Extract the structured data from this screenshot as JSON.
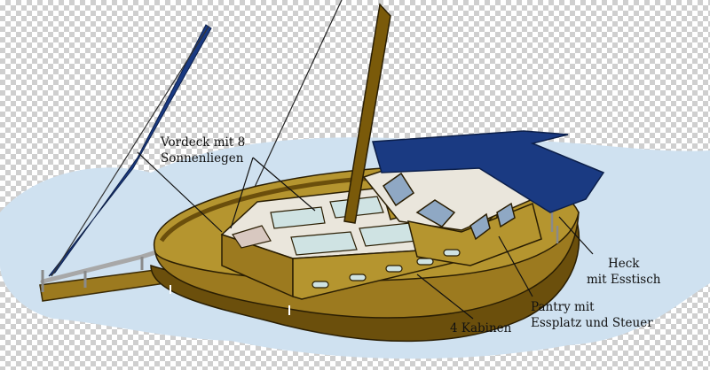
{
  "labels": {
    "vordeck": [
      "Vordeck mit 8",
      "Sonnenliegen"
    ],
    "heck": [
      "Heck",
      "mit Esstisch"
    ],
    "pantry": [
      "Pantry mit",
      "Essplatz und Steuer"
    ],
    "kabinen": "4 Kabinen"
  },
  "colors": {
    "water": "#cfe1f0",
    "hull_light": "#b5952f",
    "hull_mid": "#9c7a1f",
    "hull_dark": "#6b4f0c",
    "deck": "#eae6dc",
    "glass": "#cfe3e3",
    "sail": "#1a3a82",
    "mast": "#7a5a0a",
    "rail": "#a8a8a8",
    "line": "#111111"
  }
}
